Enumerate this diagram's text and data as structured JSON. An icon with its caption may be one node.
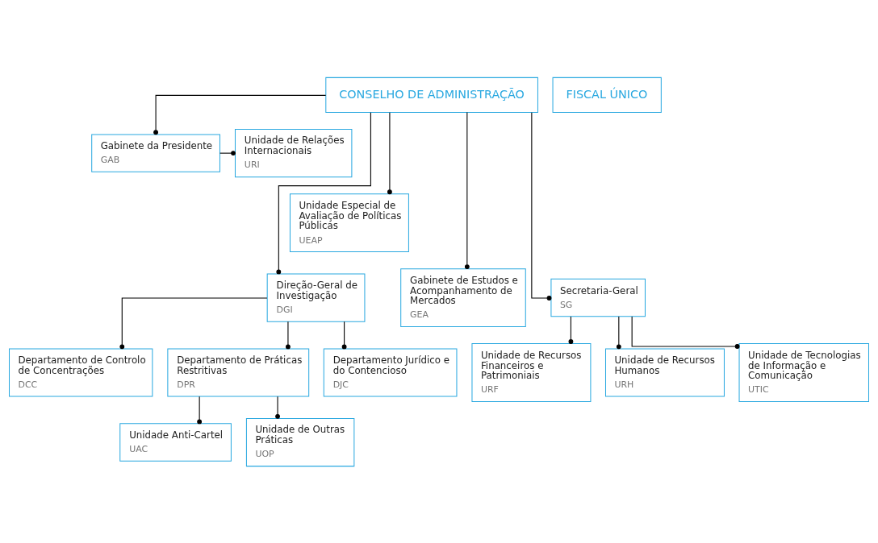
{
  "diagram": {
    "nodes": [
      {
        "text": [
          "CONSELHO DE ADMINISTRAÇÃO"
        ]
      },
      {
        "text": [
          "FISCAL ÚNICO"
        ]
      },
      {
        "text": [
          "Gabinete da Presidente",
          "GAB"
        ]
      },
      {
        "text": [
          "Unidade de Relações Internacionais",
          "URI"
        ]
      },
      {
        "text": [
          "Unidade Especial de Avaliação de Políticas Públicas",
          "UEAP"
        ]
      },
      {
        "text": [
          "Direção-Geral de Investigação",
          "DGI"
        ]
      },
      {
        "text": [
          "Gabinete de Estudos e Acompanhamento de Mercados",
          "GEA"
        ]
      },
      {
        "text": [
          "Secretaria-Geral",
          "SG"
        ]
      },
      {
        "text": [
          "Departamento de Controlo de Concentrações",
          "DCC"
        ]
      },
      {
        "text": [
          "Departamento de Práticas Restritivas",
          "DPR"
        ]
      },
      {
        "text": [
          "Departamento Jurídico e do Contencioso",
          "DJC"
        ]
      },
      {
        "text": [
          "Unidade de Recursos Financeiros e Patrimoniais",
          "URF"
        ]
      },
      {
        "text": [
          "Unidade de Recursos Humanos",
          "URH"
        ]
      },
      {
        "text": [
          "Unidade de Tecnologias de Informação e Comunicação",
          "UTIC"
        ]
      },
      {
        "text": [
          "Unidade Anti-Cartel",
          "UAC"
        ]
      },
      {
        "text": [
          "Unidade de Outras Práticas",
          "UOP"
        ]
      }
    ],
    "edges": [
      {
        "from": 0,
        "to": 2,
        "arrow": "other"
      },
      {
        "from": 2,
        "to": 3,
        "arrow": "other"
      },
      {
        "from": 0,
        "to": 4,
        "arrow": "other"
      },
      {
        "from": 0,
        "to": 5,
        "arrow": "other"
      },
      {
        "from": 0,
        "to": 6,
        "arrow": "other"
      },
      {
        "from": 0,
        "to": 7,
        "arrow": "other"
      },
      {
        "from": 5,
        "to": 8,
        "arrow": "other"
      },
      {
        "from": 5,
        "to": 9,
        "arrow": "other"
      },
      {
        "from": 5,
        "to": 10,
        "arrow": "other"
      },
      {
        "from": 7,
        "to": 11,
        "arrow": "other"
      },
      {
        "from": 7,
        "to": 12,
        "arrow": "other"
      },
      {
        "from": 7,
        "to": 13,
        "arrow": "other"
      },
      {
        "from": 9,
        "to": 14,
        "arrow": "other"
      },
      {
        "from": 9,
        "to": 15,
        "arrow": "other"
      }
    ]
  }
}
